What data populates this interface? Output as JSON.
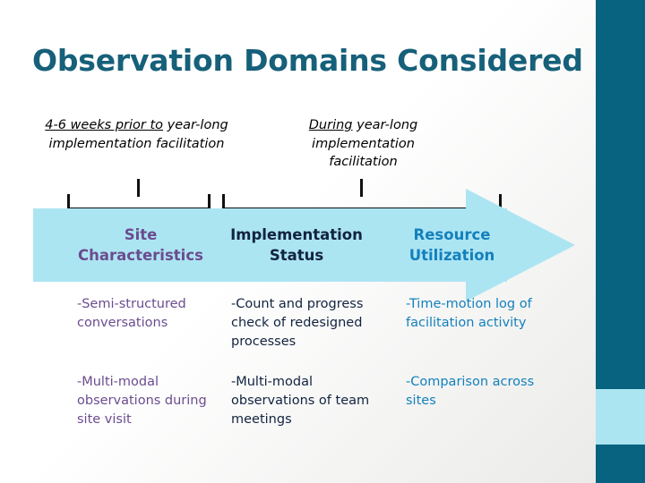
{
  "slide": {
    "title": "Observation Domains  Considered",
    "title_color": "#16607a",
    "background": "#ffffff"
  },
  "decor": {
    "edge_dark_color": "#076380",
    "edge_light_color": "#ace5f2",
    "bars": [
      {
        "name": "edge-top",
        "color": "#076380"
      },
      {
        "name": "edge-mid",
        "color": "#ace5f2"
      },
      {
        "name": "edge-bot",
        "color": "#076380"
      }
    ]
  },
  "captions": [
    {
      "underlined": "4-6 weeks prior to",
      "rest": " year-long implementation facilitation"
    },
    {
      "underlined": "During",
      "rest": " year-long implementation facilitation"
    }
  ],
  "arrow": {
    "fill_color": "#ace5f2",
    "direction": "right"
  },
  "columns": [
    {
      "heading": "Site Characteristics",
      "color": "#6b4c8f",
      "bullets": [
        "-Semi-structured conversations",
        "-Multi-modal observations during site visit"
      ]
    },
    {
      "heading": "Implementation Status",
      "color": "#12233f",
      "bullets": [
        "-Count and progress check of redesigned processes",
        "-Multi-modal observations of team meetings"
      ]
    },
    {
      "heading": "Resource Utilization",
      "color": "#1480bd",
      "bullets": [
        "-Time-motion log of facilitation activity",
        "-Comparison across sites"
      ]
    }
  ]
}
